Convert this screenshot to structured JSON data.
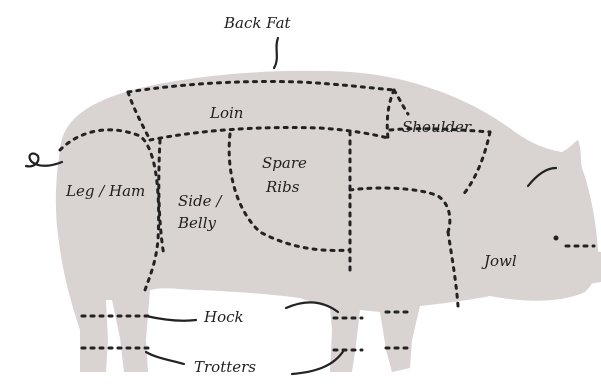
{
  "diagram": {
    "labels": {
      "back_fat": "Back Fat",
      "loin": "Loin",
      "shoulder": "Shoulder",
      "leg_ham": "Leg / Ham",
      "side_belly_1": "Side /",
      "side_belly_2": "Belly",
      "spare_ribs_1": "Spare",
      "spare_ribs_2": "Ribs",
      "jowl": "Jowl",
      "hock": "Hock",
      "trotters": "Trotters"
    },
    "colors": {
      "body": "#d9d4d1",
      "ink": "#222222"
    }
  }
}
